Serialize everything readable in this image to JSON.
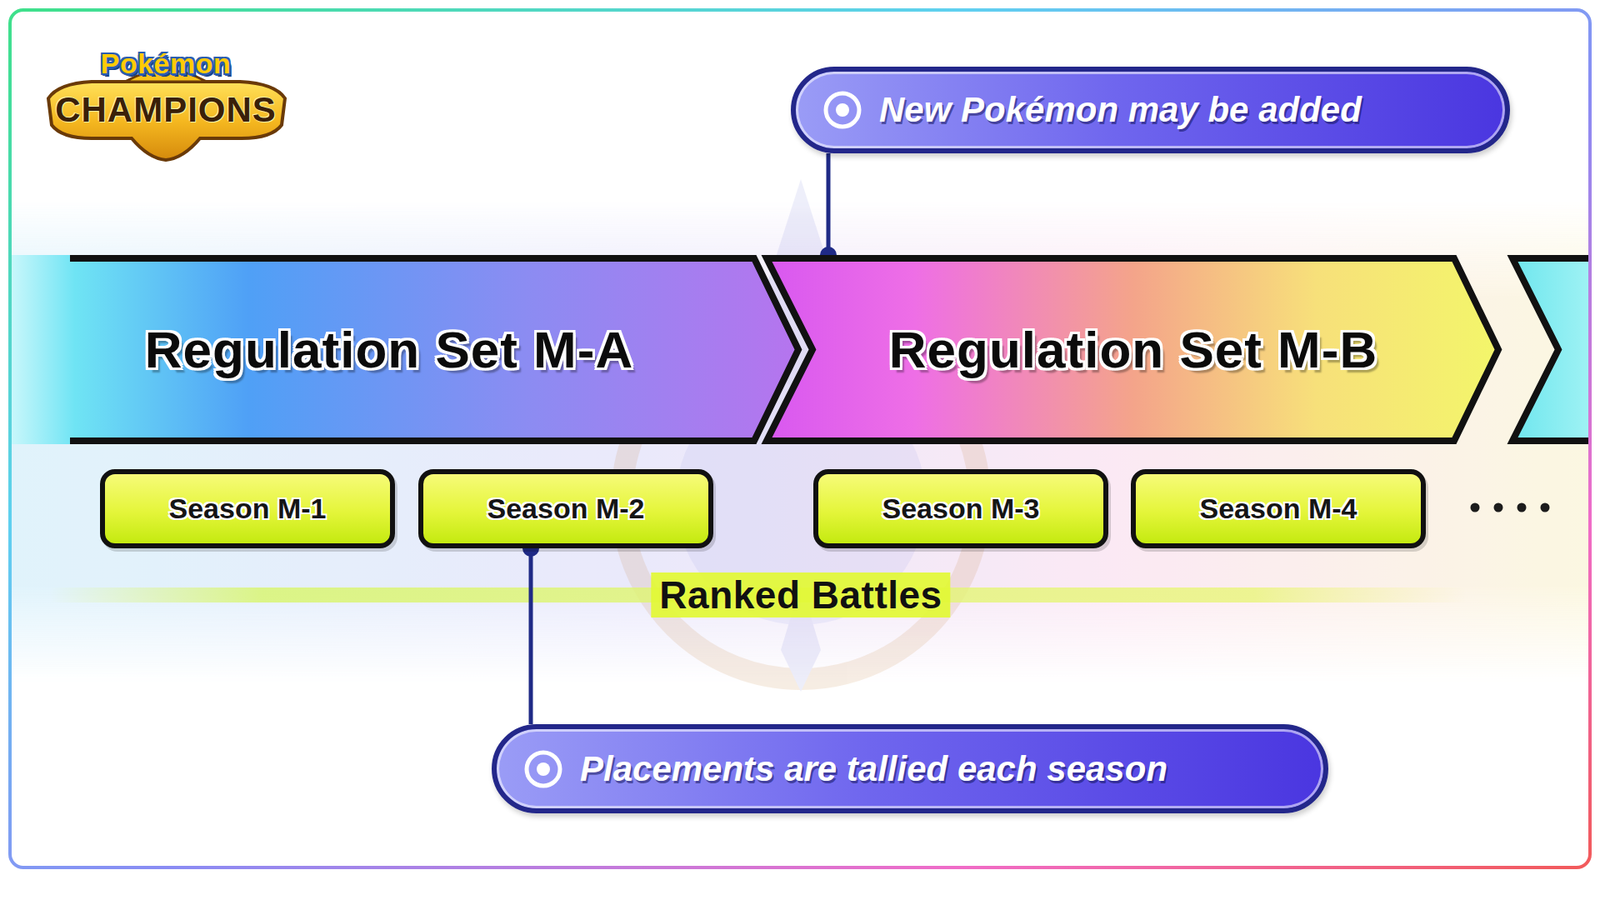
{
  "diagram": {
    "nodes": [
      {
        "text": [
          "New Pokémon may be added"
        ]
      },
      {
        "text": [
          "Regulation Set M-A"
        ]
      },
      {
        "text": [
          "Regulation Set M-B"
        ]
      },
      {
        "text": [
          "Season M-1"
        ]
      },
      {
        "text": [
          "Season M-2"
        ]
      },
      {
        "text": [
          "Season M-3"
        ]
      },
      {
        "text": [
          "Season M-4"
        ]
      },
      {
        "text": [
          "Placements are tallied each season"
        ]
      }
    ],
    "edges": [
      {
        "from": 0,
        "to": 2,
        "arrow": "none"
      },
      {
        "from": 7,
        "to": 4,
        "arrow": "none"
      }
    ],
    "labels": [
      "Pokémon",
      "CHAMPIONS",
      "Ranked Battles"
    ]
  }
}
